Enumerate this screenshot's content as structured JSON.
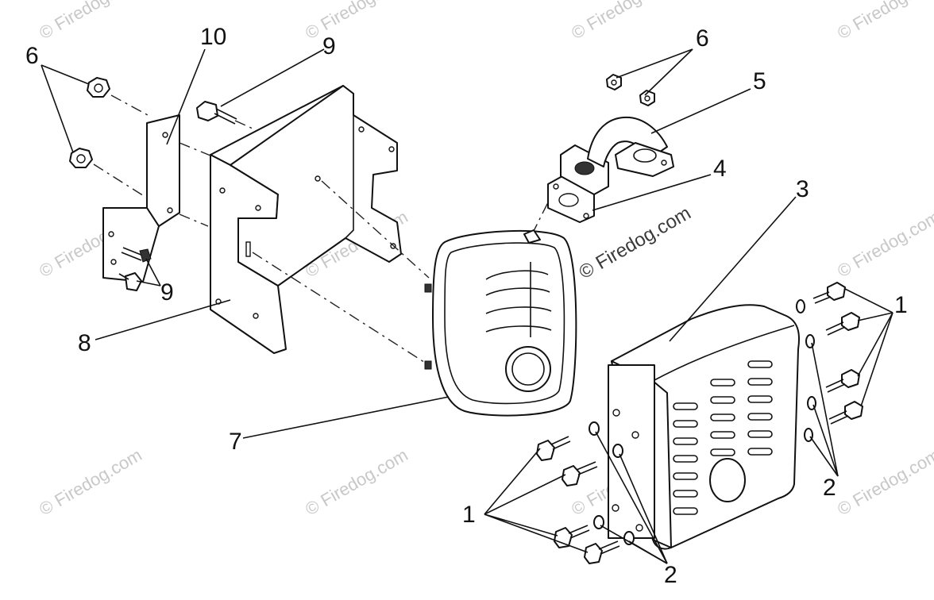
{
  "diagram": {
    "watermark_text": "© Firedog.com",
    "callouts": {
      "label_10": "10",
      "label_9_top": "9",
      "label_9_bottom": "9",
      "label_6_left": "6",
      "label_6_right": "6",
      "label_5": "5",
      "label_4": "4",
      "label_3": "3",
      "label_8": "8",
      "label_7": "7",
      "label_1_right": "1",
      "label_1_left": "1",
      "label_2_right": "2",
      "label_2_bottom": "2"
    },
    "parts": [
      "bolt",
      "washer",
      "muffler-protector",
      "gasket",
      "exhaust-pipe",
      "nut",
      "muffler",
      "muffler-bracket",
      "bolt",
      "stay"
    ]
  }
}
